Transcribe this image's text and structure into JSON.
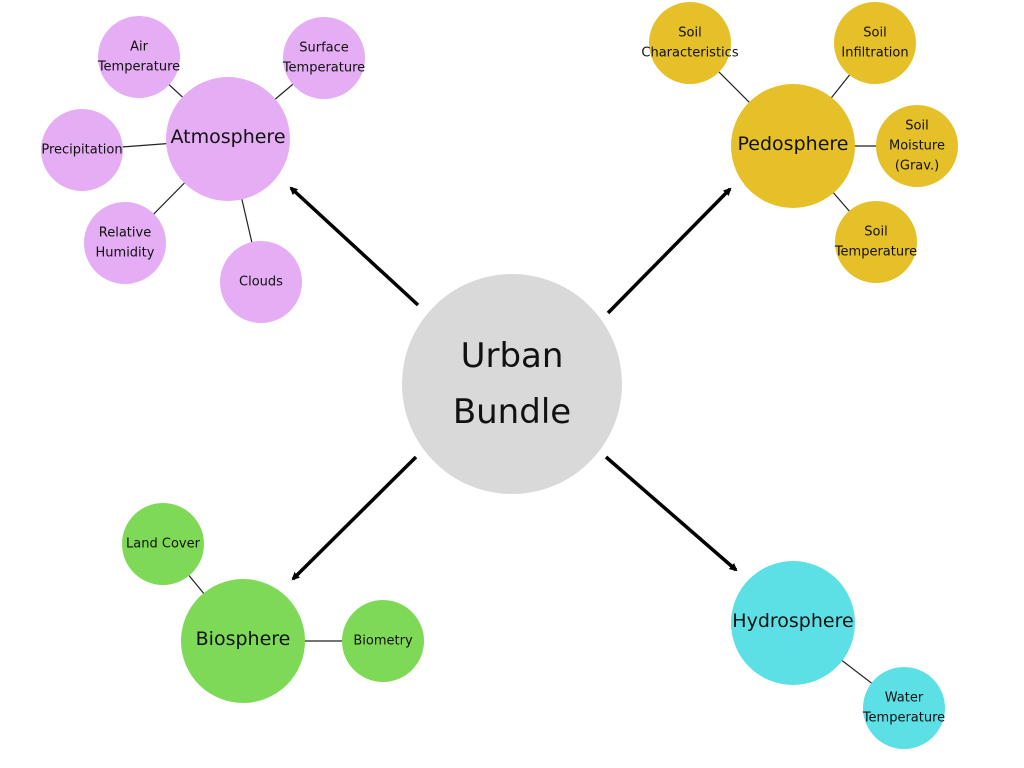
{
  "center": {
    "label_lines": [
      "Urban",
      "Bundle"
    ],
    "color": "#d9d9d9"
  },
  "groups": [
    {
      "id": "atmosphere",
      "label": "Atmosphere",
      "color": "#e5adf4",
      "children": [
        {
          "lines": [
            "Air",
            "Temperature"
          ]
        },
        {
          "lines": [
            "Surface",
            "Temperature"
          ]
        },
        {
          "lines": [
            "Precipitation"
          ]
        },
        {
          "lines": [
            "Relative",
            "Humidity"
          ]
        },
        {
          "lines": [
            "Clouds"
          ]
        }
      ]
    },
    {
      "id": "pedosphere",
      "label": "Pedosphere",
      "color": "#e6c028",
      "children": [
        {
          "lines": [
            "Soil",
            "Characteristics"
          ]
        },
        {
          "lines": [
            "Soil",
            "Infiltration"
          ]
        },
        {
          "lines": [
            "Soil",
            "Moisture",
            "(Grav.)"
          ]
        },
        {
          "lines": [
            "Soil",
            "Temperature"
          ]
        }
      ]
    },
    {
      "id": "biosphere",
      "label": "Biosphere",
      "color": "#7ed957",
      "children": [
        {
          "lines": [
            "Land Cover"
          ]
        },
        {
          "lines": [
            "Biometry"
          ]
        }
      ]
    },
    {
      "id": "hydrosphere",
      "label": "Hydrosphere",
      "color": "#5ce0e6",
      "children": [
        {
          "lines": [
            "Water",
            "Temperature"
          ]
        }
      ]
    }
  ]
}
